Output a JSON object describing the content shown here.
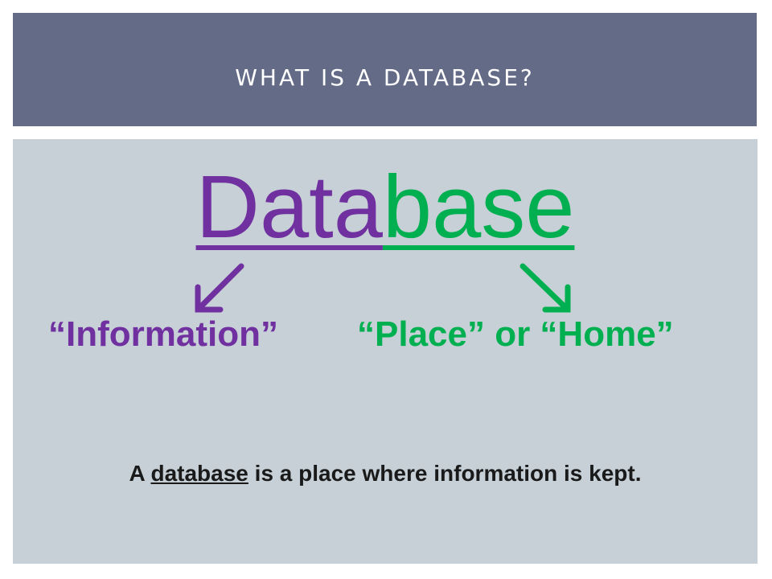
{
  "slide": {
    "title": "WHAT IS A DATABASE?",
    "word_part1": "Data",
    "word_part2": "base",
    "meaning_left": "“Information”",
    "meaning_right": "“Place” or “Home”",
    "definition_prefix": "A ",
    "definition_term": "database",
    "definition_rest": " is a place where information is kept."
  },
  "colors": {
    "header": "#636b86",
    "content": "#c6d0d6",
    "purple": "#7030a0",
    "green": "#00b050"
  },
  "icons": {
    "left_arrow": "arrow-down-left-icon",
    "right_arrow": "arrow-down-right-icon"
  }
}
